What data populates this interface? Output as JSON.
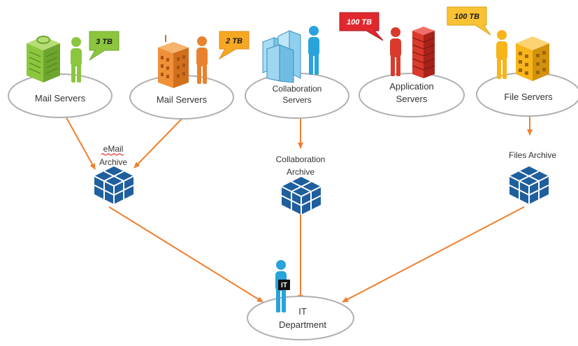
{
  "nodes": {
    "mail_servers_1": {
      "label": "Mail Servers",
      "callout": "3 TB",
      "callout_color": "#8cc63f",
      "callout_text_color": "#1a1a1a"
    },
    "mail_servers_2": {
      "label": "Mail Servers",
      "callout": "2 TB",
      "callout_color": "#f7a823",
      "callout_text_color": "#1a1a1a"
    },
    "collaboration_servers": {
      "label_line1": "Collaboration",
      "label_line2": "Servers"
    },
    "application_servers": {
      "label_line1": "Application",
      "label_line2": "Servers",
      "callout": "100 TB",
      "callout_color": "#e0282e",
      "callout_text_color": "#ffffff"
    },
    "file_servers": {
      "label": "File Servers",
      "callout": "100 TB",
      "callout_color": "#f9c233",
      "callout_text_color": "#1a1a1a"
    },
    "it_department": {
      "label_line1": "IT",
      "label_line2": "Department",
      "badge": "IT"
    }
  },
  "archives": {
    "email_archive": {
      "label_line1": "eMail",
      "label_line2": "Archive"
    },
    "collaboration_archive": {
      "label_line1": "Collaboration",
      "label_line2": "Archive"
    },
    "files_archive": {
      "label": "Files Archive"
    }
  },
  "colors": {
    "arrow": "#ee7f2d",
    "ellipse_stroke": "#b0b0b0",
    "archive_cube": "#1f5f9e",
    "person_green": "#8cc63f",
    "person_orange": "#e8822e",
    "person_blue": "#29a3dc",
    "person_red": "#d93a2b",
    "person_yellow": "#f6b51a"
  }
}
